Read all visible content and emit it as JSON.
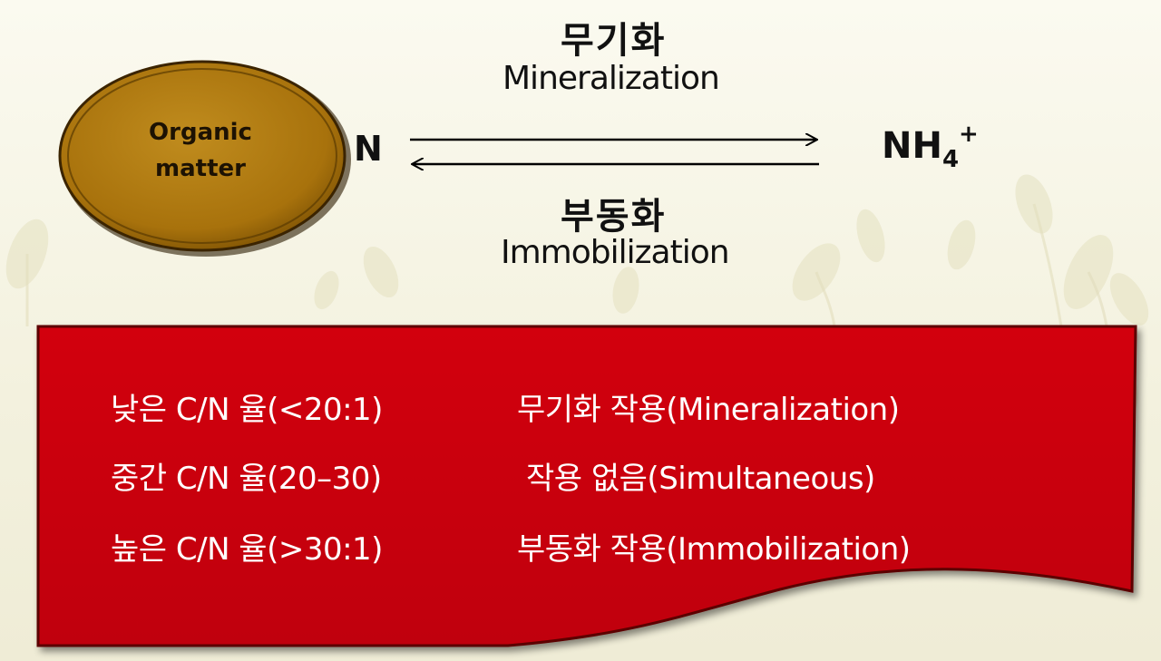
{
  "cycle": {
    "organic_matter_line1": "Organic",
    "organic_matter_line2": "matter",
    "n_label": "N",
    "nh4_base": "NH",
    "nh4_subscript": "4",
    "nh4_superscript": "+",
    "mineralization_ko": "무기화",
    "mineralization_en": "Mineralization",
    "immobilization_ko": "부동화",
    "immobilization_en": "Immobilization"
  },
  "ratios": [
    {
      "condition": "낮은 C/N 율(<20:1)",
      "effect": "무기화 작용(Mineralization)"
    },
    {
      "condition": "중간 C/N 율(20–30)",
      "effect": "작용 없음(Simultaneous)"
    },
    {
      "condition": "높은 C/N 율(>30:1)",
      "effect": "부동화 작용(Immobilization)"
    }
  ],
  "colors": {
    "panel_red": "#c8000c",
    "panel_dark": "#8a0006",
    "ellipse_gold": "#b07a10",
    "ellipse_rim": "#3b2400",
    "text_dark": "#111111",
    "text_light": "#ffffff"
  }
}
